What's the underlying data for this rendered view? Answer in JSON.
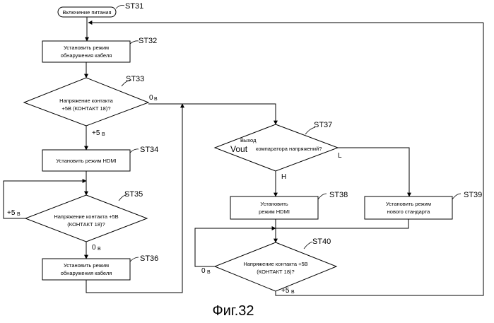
{
  "diagram": {
    "start": {
      "label": "Включение питания",
      "step": "ST31"
    },
    "st32": {
      "line1": "Установить режим",
      "line2": "обнаружения кабеля",
      "step": "ST32"
    },
    "st33": {
      "line1": "Напряжение контакта",
      "line2": "+5В (КОНТАКТ 18)?",
      "step": "ST33",
      "no_label": "0",
      "no_sub": "В",
      "yes_label": "+5",
      "yes_sub": "В"
    },
    "st34": {
      "label": "Установить режим HDMI",
      "step": "ST34"
    },
    "st35": {
      "line1": "Напряжение контакта +5В",
      "line2": "(КОНТАКТ 18)?",
      "step": "ST35",
      "yes_label": "+5",
      "yes_sub": "В",
      "no_label": "0",
      "no_sub": "В"
    },
    "st36": {
      "line1": "Установить режим",
      "line2": "обнаружения кабеля",
      "step": "ST36"
    },
    "st37": {
      "line1": "Выход",
      "vout": "Vout",
      "line2": "компаратора напряжений?",
      "step": "ST37",
      "h_label": "H",
      "l_label": "L"
    },
    "st38": {
      "line1": "Установить",
      "line2": "режим HDMI",
      "step": "ST38"
    },
    "st39": {
      "line1": "Установить режим",
      "line2": "нового стандарта",
      "step": "ST39"
    },
    "st40": {
      "line1": "Напряжение контакта +5В",
      "line2": "(КОНТАКТ 18)?",
      "step": "ST40",
      "no_label": "0",
      "no_sub": "В",
      "yes_label": "+5",
      "yes_sub": "В"
    },
    "caption": "Фиг.32"
  }
}
